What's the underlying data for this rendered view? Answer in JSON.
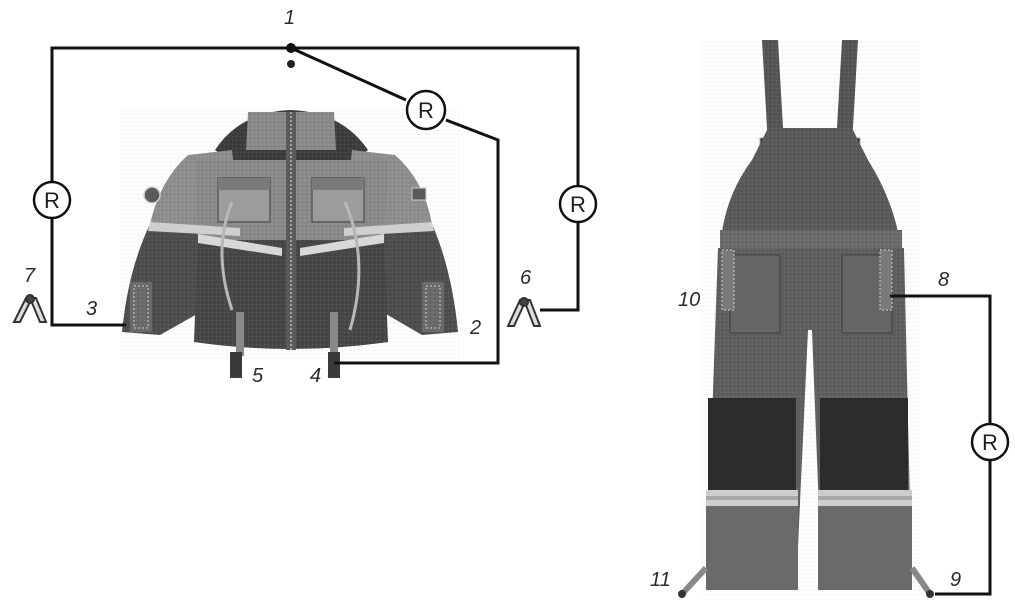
{
  "diagram": {
    "point_labels": {
      "p1": "1",
      "p2": "2",
      "p3": "3",
      "p4": "4",
      "p5": "5",
      "p6": "6",
      "p7": "7",
      "p8": "8",
      "p9": "9",
      "p10": "10",
      "p11": "11"
    },
    "resistor_symbol": "R"
  }
}
